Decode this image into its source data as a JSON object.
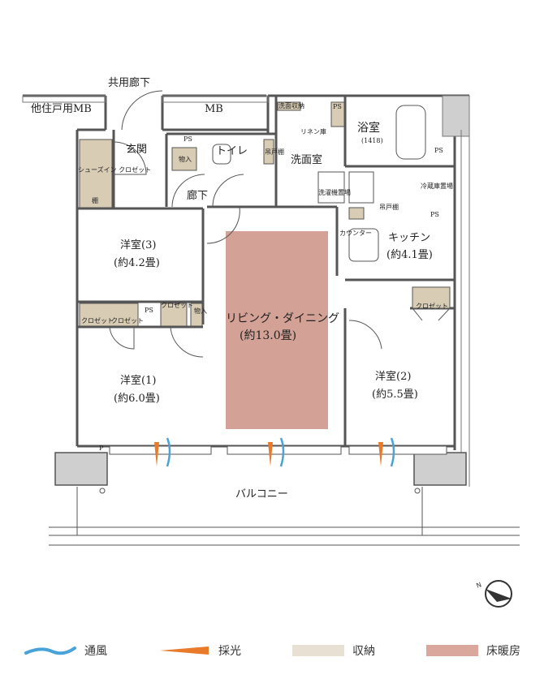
{
  "labels": {
    "common_corridor": "共用廊下",
    "other_unit_mb": "他住戸用MB",
    "mb": "MB",
    "genkan": "玄関",
    "shoes_in_closet": "シューズイン\nクロゼット",
    "shelf": "棚",
    "ps": "PS",
    "storage": "物入",
    "toilet": "トイレ",
    "hanging_shelf_vertical": "吊戸棚",
    "corridor": "廊下",
    "senmen_storage": "洗面収納",
    "linen": "リネン庫",
    "senmenshitsu": "洗面室",
    "bath": "浴室",
    "bath_size": "(1418)",
    "washer": "洗濯機置場",
    "fridge": "冷蔵庫置場",
    "hanging_shelf": "吊戸棚",
    "counter": "カウンター",
    "kitchen": "キッチン",
    "kitchen_size": "(約4.1畳)",
    "room3": "洋室(3)",
    "room3_size": "(約4.2畳)",
    "closet": "クロゼット",
    "living": "リビング・ダイニング",
    "living_size": "(約13.0畳)",
    "room1": "洋室(1)",
    "room1_size": "(約6.0畳)",
    "room2": "洋室(2)",
    "room2_size": "(約5.5畳)",
    "balcony": "バルコニー",
    "p": "P"
  },
  "legend": [
    {
      "label": "通風",
      "kind": "ventilation",
      "color": "#4aa3d8"
    },
    {
      "label": "採光",
      "kind": "daylight",
      "color": "#e87a2a"
    },
    {
      "label": "収納",
      "kind": "storage",
      "color": "#e8e0d2"
    },
    {
      "label": "床暖房",
      "kind": "floor-heating",
      "color": "#d9a79c"
    }
  ],
  "colors": {
    "wall": "#555555",
    "storage": "#d8ccb4",
    "floor_heating": "#d3a195",
    "gray_block": "#cfcfcf"
  },
  "icons": {
    "compass": "north-compass-icon"
  }
}
